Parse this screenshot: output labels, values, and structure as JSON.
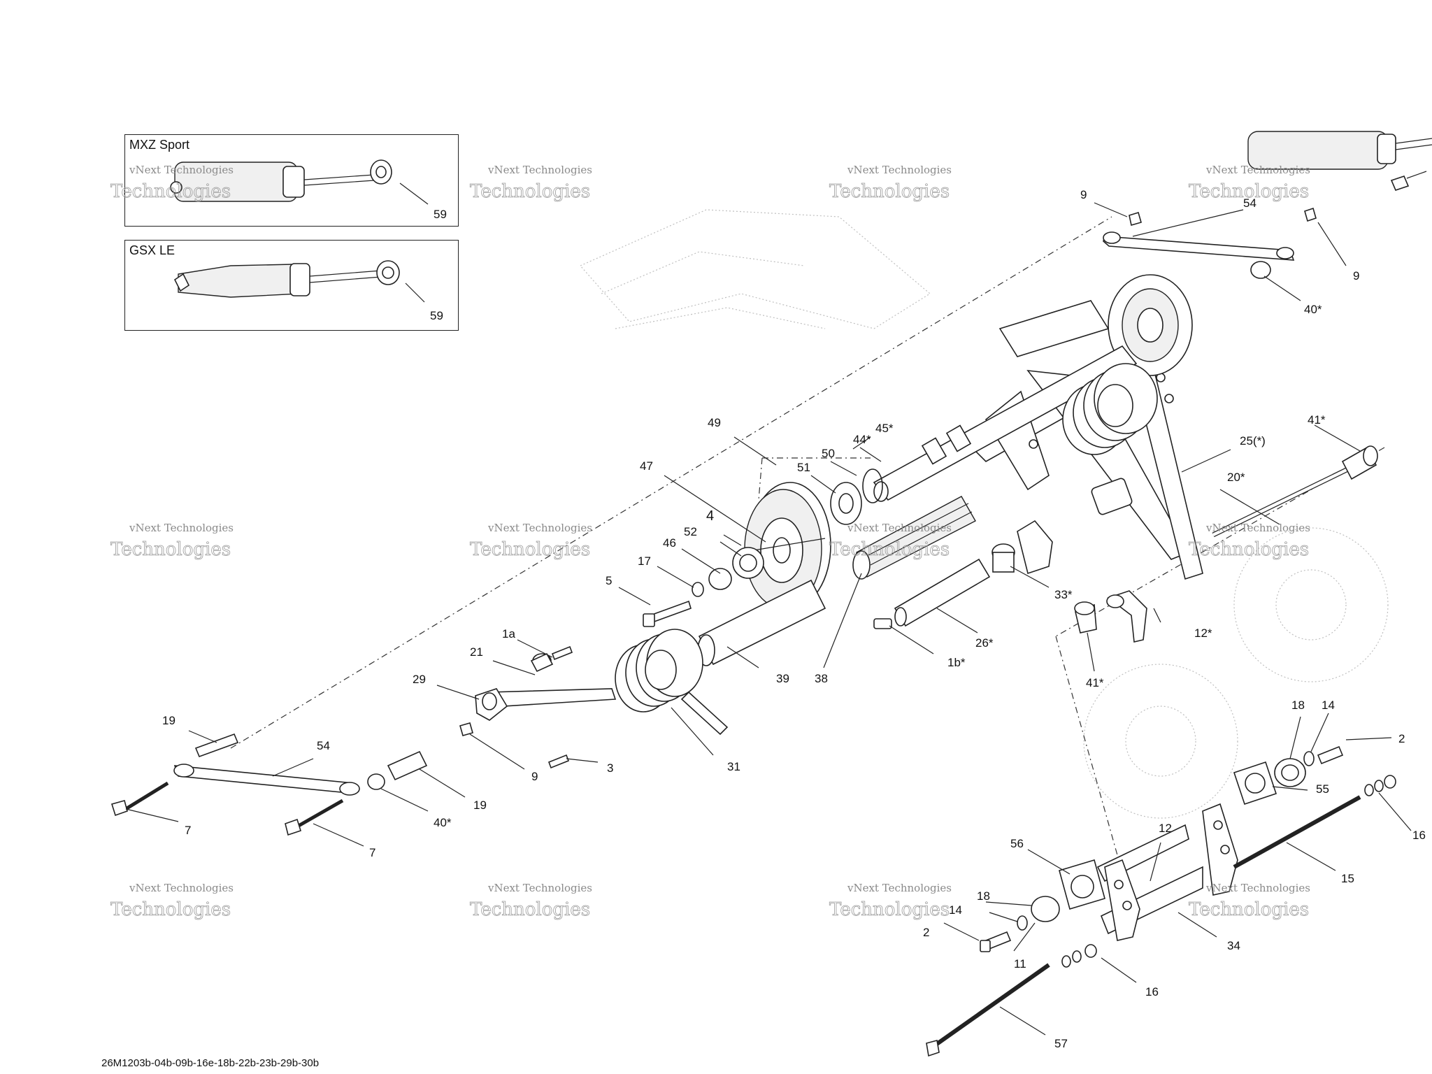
{
  "insets": [
    {
      "title": "MXZ  Sport",
      "callout": "59"
    },
    {
      "title": "GSX LE",
      "callout": "59"
    }
  ],
  "watermark": {
    "line1": "vNext Technologies",
    "line2": "Technologies"
  },
  "callouts": {
    "c1": "9",
    "c2": "54",
    "c3": "9",
    "c4": "40*",
    "c5": "49",
    "c6": "45*",
    "c7": "44*",
    "c8": "50",
    "c9": "47",
    "c10": "51",
    "c11": "41*",
    "c12": "25(*)",
    "c13": "20*",
    "c14": "4",
    "c15": "52",
    "c16": "46",
    "c17": "17",
    "c18": "5",
    "c19": "33*",
    "c20": "12*",
    "c21": "26*",
    "c22": "1b*",
    "c23": "41*",
    "c24": "1a",
    "c25": "21",
    "c26": "29",
    "c27": "39",
    "c28": "38",
    "c29": "19",
    "c30": "54",
    "c31": "9",
    "c32": "3",
    "c33": "31",
    "c34": "19",
    "c35": "40*",
    "c36": "7",
    "c37": "7",
    "c38": "18",
    "c39": "14",
    "c40": "2",
    "c41": "55",
    "c42": "16",
    "c43": "15",
    "c44": "56",
    "c45": "12",
    "c46": "18",
    "c47": "14",
    "c48": "2",
    "c49": "11",
    "c50": "34",
    "c51": "16",
    "c52": "57"
  },
  "footer": "26M1203b-04b-09b-16e-18b-22b-23b-29b-30b"
}
